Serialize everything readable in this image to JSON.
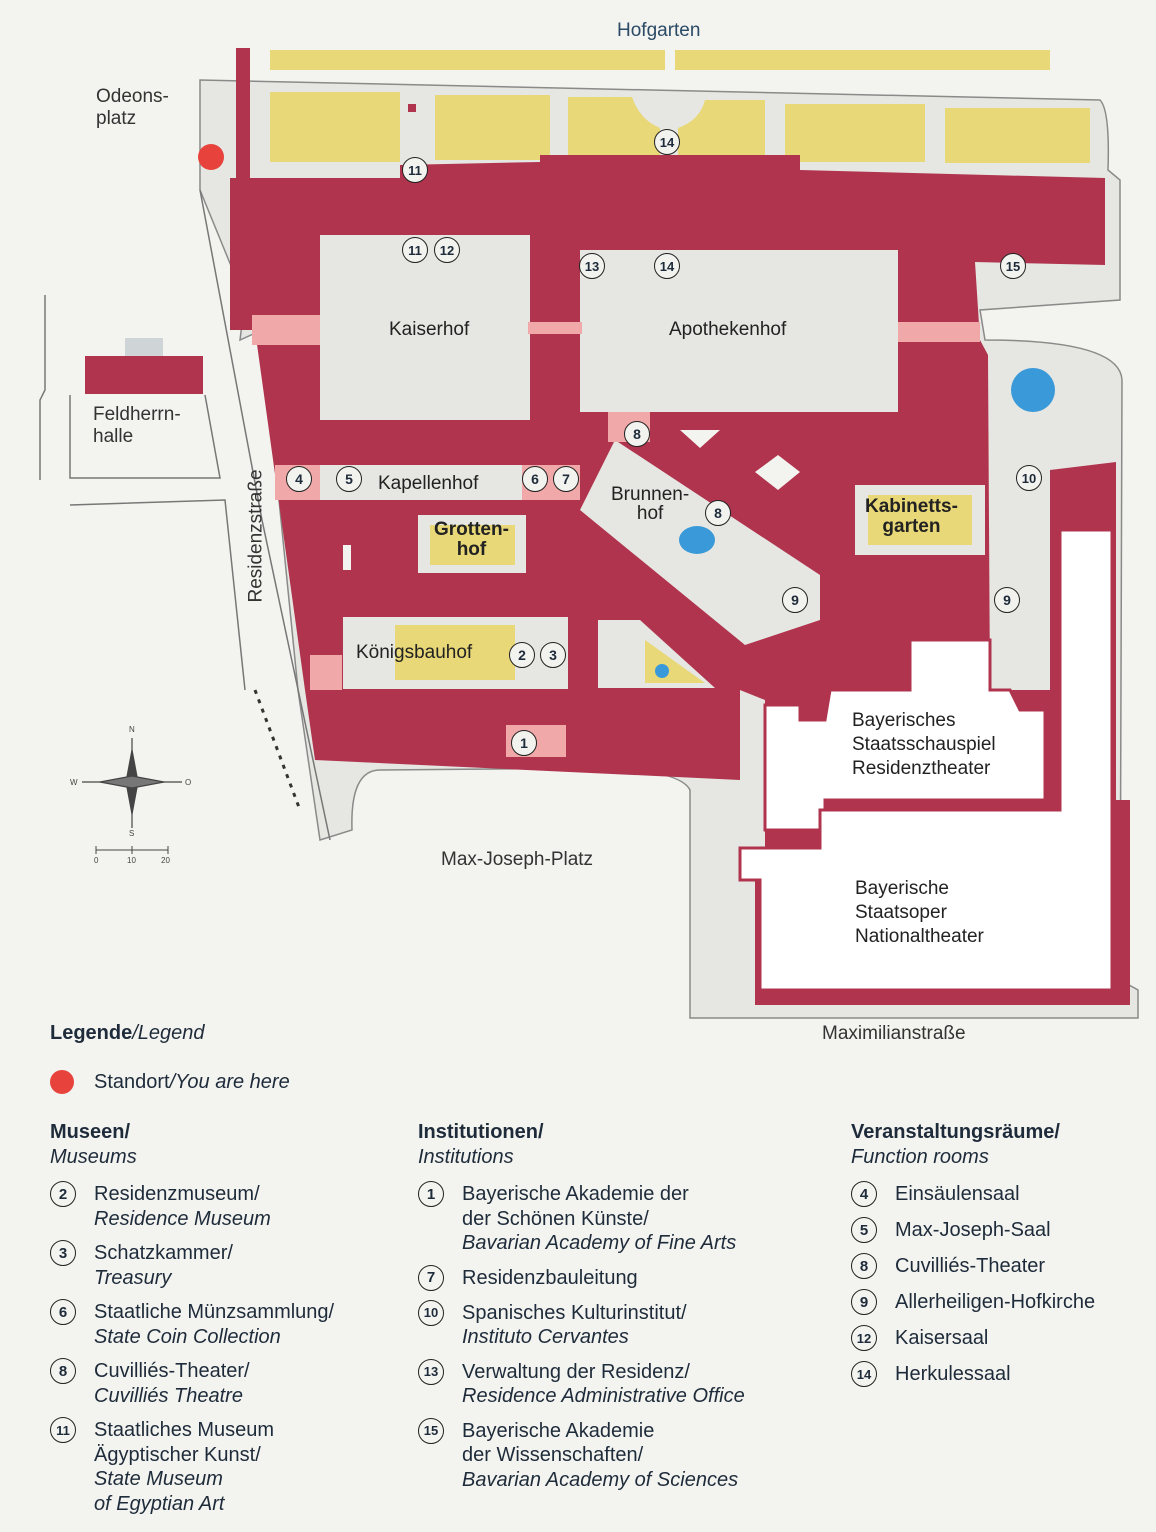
{
  "map": {
    "streets": {
      "hofgarten": "Hofgarten",
      "odeonsplatz": "Odeons-\nplatz",
      "feldherrnhalle": "Feldherrn-\nhalle",
      "residenzstrasse": "Residenzstraße",
      "max_joseph_platz": "Max-Joseph-Platz",
      "maximilianstrasse": "Maximilianstraße"
    },
    "courtyards": {
      "kaiserhof": "Kaiserhof",
      "apothekenhof": "Apothekenhof",
      "kapellenhof": "Kapellenhof",
      "brunnenhof": "Brunnen-\nhof",
      "grottenhof": "Grotten-\nhof",
      "kabinettsgarten": "Kabinetts-\ngarten",
      "koenigsbauhof": "Königsbauhof"
    },
    "theaters": {
      "residenztheater": "Bayerisches\nStaatsschauspiel\nResidenztheater",
      "nationaltheater": "Bayerische\nStaatsoper\nNationaltheater"
    },
    "markers": [
      {
        "n": "11"
      },
      {
        "n": "14"
      },
      {
        "n": "11"
      },
      {
        "n": "12"
      },
      {
        "n": "13"
      },
      {
        "n": "14"
      },
      {
        "n": "15"
      },
      {
        "n": "8"
      },
      {
        "n": "4"
      },
      {
        "n": "5"
      },
      {
        "n": "6"
      },
      {
        "n": "7"
      },
      {
        "n": "8"
      },
      {
        "n": "10"
      },
      {
        "n": "9"
      },
      {
        "n": "9"
      },
      {
        "n": "2"
      },
      {
        "n": "3"
      },
      {
        "n": "1"
      }
    ],
    "compass": {
      "n": "N",
      "s": "S",
      "w": "W",
      "o": "O"
    },
    "scale": {
      "t0": "0",
      "t1": "10",
      "t2": "20"
    },
    "colors": {
      "building": "#b0344e",
      "passage": "#f0a8a8",
      "garden": "#e8d877",
      "court": "#e6e6e2",
      "water": "#3a9ad9",
      "here": "#e8423c"
    }
  },
  "legend": {
    "title_de": "Legende",
    "title_en": "/Legend",
    "here_de": "Standort",
    "here_en": "/You are here",
    "columns": [
      {
        "h_de": "Museen/",
        "h_en": "Museums",
        "items": [
          {
            "n": "2",
            "de": "Residenzmuseum/",
            "en": "Residence Museum"
          },
          {
            "n": "3",
            "de": "Schatzkammer/",
            "en": "Treasury"
          },
          {
            "n": "6",
            "de": "Staatliche Münzsammlung/",
            "en": "State Coin Collection"
          },
          {
            "n": "8",
            "de": "Cuvilliés-Theater/",
            "en": "Cuvilliés Theatre"
          },
          {
            "n": "11",
            "de": "Staatliches Museum\nÄgyptischer Kunst/",
            "en": "State Museum\nof Egyptian Art"
          }
        ]
      },
      {
        "h_de": "Institutionen/",
        "h_en": "Institutions",
        "items": [
          {
            "n": "1",
            "de": "Bayerische Akademie der\nder Schönen Künste/",
            "en": "Bavarian Academy of Fine Arts"
          },
          {
            "n": "7",
            "de": "Residenzbauleitung",
            "en": ""
          },
          {
            "n": "10",
            "de": "Spanisches Kulturinstitut/",
            "en": "Instituto Cervantes"
          },
          {
            "n": "13",
            "de": "Verwaltung der Residenz/",
            "en": "Residence Administrative Office"
          },
          {
            "n": "15",
            "de": "Bayerische Akademie\nder Wissenschaften/",
            "en": "Bavarian Academy of Sciences"
          }
        ]
      },
      {
        "h_de": "Veranstaltungsräume/",
        "h_en": "Function rooms",
        "items": [
          {
            "n": "4",
            "de": "Einsäulensaal",
            "en": ""
          },
          {
            "n": "5",
            "de": "Max-Joseph-Saal",
            "en": ""
          },
          {
            "n": "8",
            "de": "Cuvilliés-Theater",
            "en": ""
          },
          {
            "n": "9",
            "de": "Allerheiligen-Hofkirche",
            "en": ""
          },
          {
            "n": "12",
            "de": "Kaisersaal",
            "en": ""
          },
          {
            "n": "14",
            "de": "Herkulessaal",
            "en": ""
          }
        ]
      }
    ]
  }
}
